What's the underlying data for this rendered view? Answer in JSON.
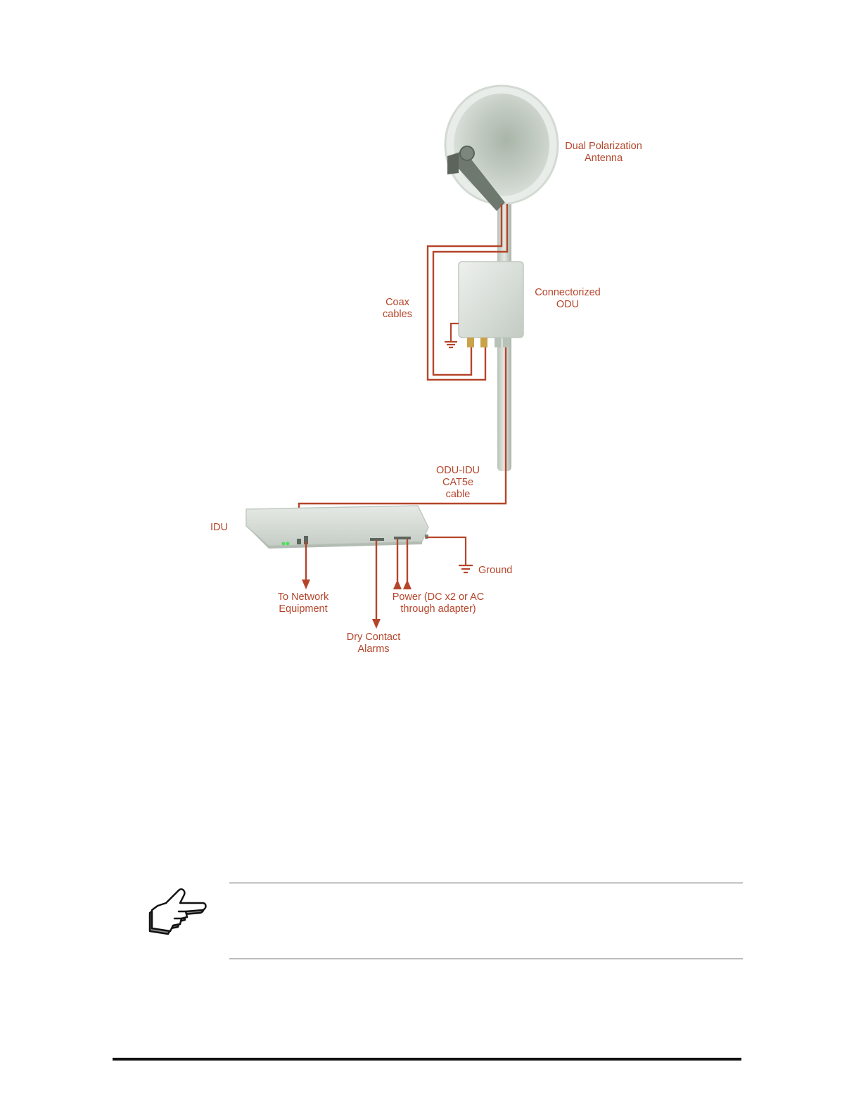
{
  "diagram": {
    "labels": {
      "antenna": [
        "Dual Polarization",
        "Antenna"
      ],
      "odu": [
        "Connectorized",
        "ODU"
      ],
      "coax": [
        "Coax",
        "cables"
      ],
      "cat5e": [
        "ODU-IDU",
        "CAT5e",
        "cable"
      ],
      "idu": "IDU",
      "ground": "Ground",
      "network": [
        "To Network",
        "Equipment"
      ],
      "power": [
        "Power (DC x2 or AC",
        "through adapter)"
      ],
      "alarms": [
        "Dry Contact",
        "Alarms"
      ]
    }
  },
  "note": {
    "icon": "pointing-hand-icon",
    "text": ""
  },
  "colors": {
    "cable": "#b5452a",
    "label": "#b5452a",
    "equipment": "#c8d0c8"
  }
}
